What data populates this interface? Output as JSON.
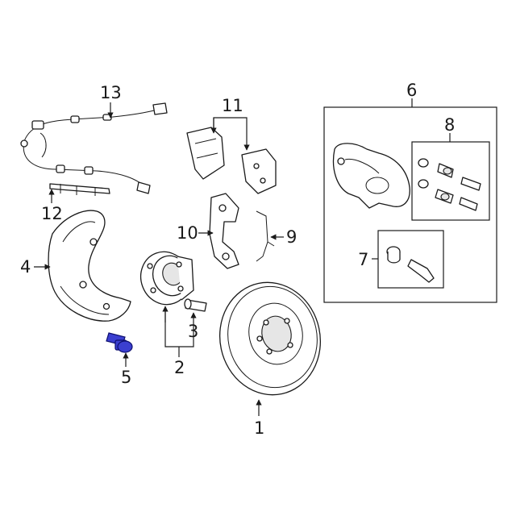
{
  "diagram": {
    "callouts": {
      "c1": "1",
      "c2": "2",
      "c3": "3",
      "c4": "4",
      "c5": "5",
      "c6": "6",
      "c7": "7",
      "c8": "8",
      "c9": "9",
      "c10": "10",
      "c11": "11",
      "c12": "12",
      "c13": "13"
    },
    "colors": {
      "line": "#1a1a1a",
      "highlight_part": "#3b3fd0",
      "background": "#ffffff"
    }
  }
}
